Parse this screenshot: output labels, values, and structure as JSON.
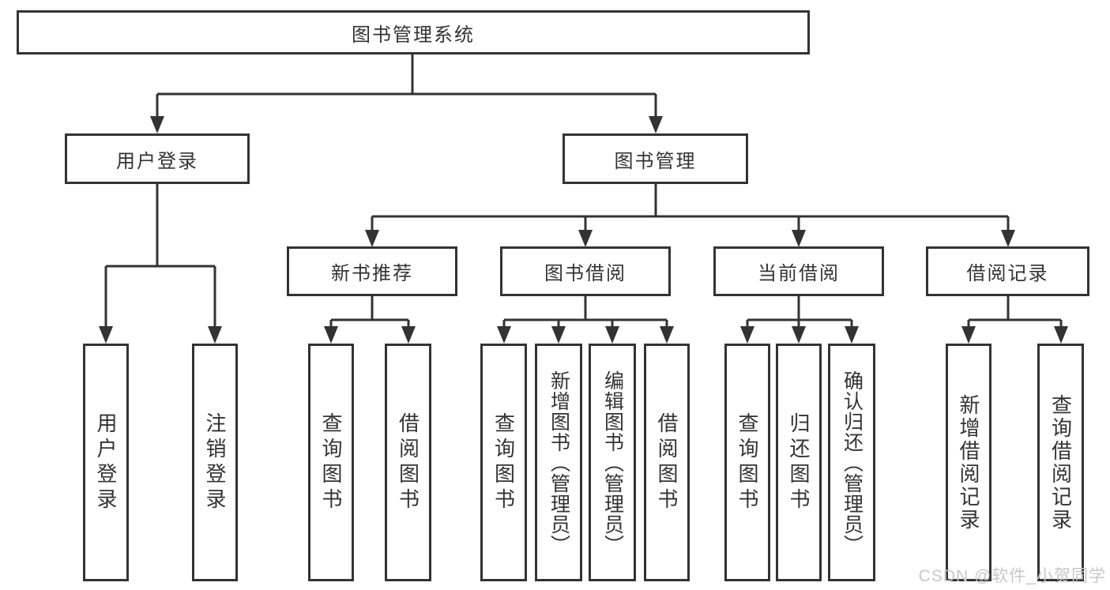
{
  "diagram": {
    "title": "图书管理系统",
    "branches": [
      {
        "label": "用户登录",
        "children": [
          {
            "label": "用户登录"
          },
          {
            "label": "注销登录"
          }
        ]
      },
      {
        "label": "图书管理",
        "children": [
          {
            "label": "新书推荐",
            "children": [
              {
                "label": "查询图书"
              },
              {
                "label": "借阅图书"
              }
            ]
          },
          {
            "label": "图书借阅",
            "children": [
              {
                "label": "查询图书"
              },
              {
                "label": "新增图书（管理员）"
              },
              {
                "label": "编辑图书（管理员）"
              },
              {
                "label": "借阅图书"
              }
            ]
          },
          {
            "label": "当前借阅",
            "children": [
              {
                "label": "查询图书"
              },
              {
                "label": "归还图书"
              },
              {
                "label": "确认归还（管理员）"
              }
            ]
          },
          {
            "label": "借阅记录",
            "children": [
              {
                "label": "新增借阅记录"
              },
              {
                "label": "查询借阅记录"
              }
            ]
          }
        ]
      }
    ]
  },
  "watermark": {
    "text": "CSDN @软件_小贺同学"
  },
  "colors": {
    "line": "#333333",
    "node_text": "#333333",
    "node_background": "#ffffff",
    "watermark": "#c8c8c8",
    "background": "#ffffff"
  }
}
